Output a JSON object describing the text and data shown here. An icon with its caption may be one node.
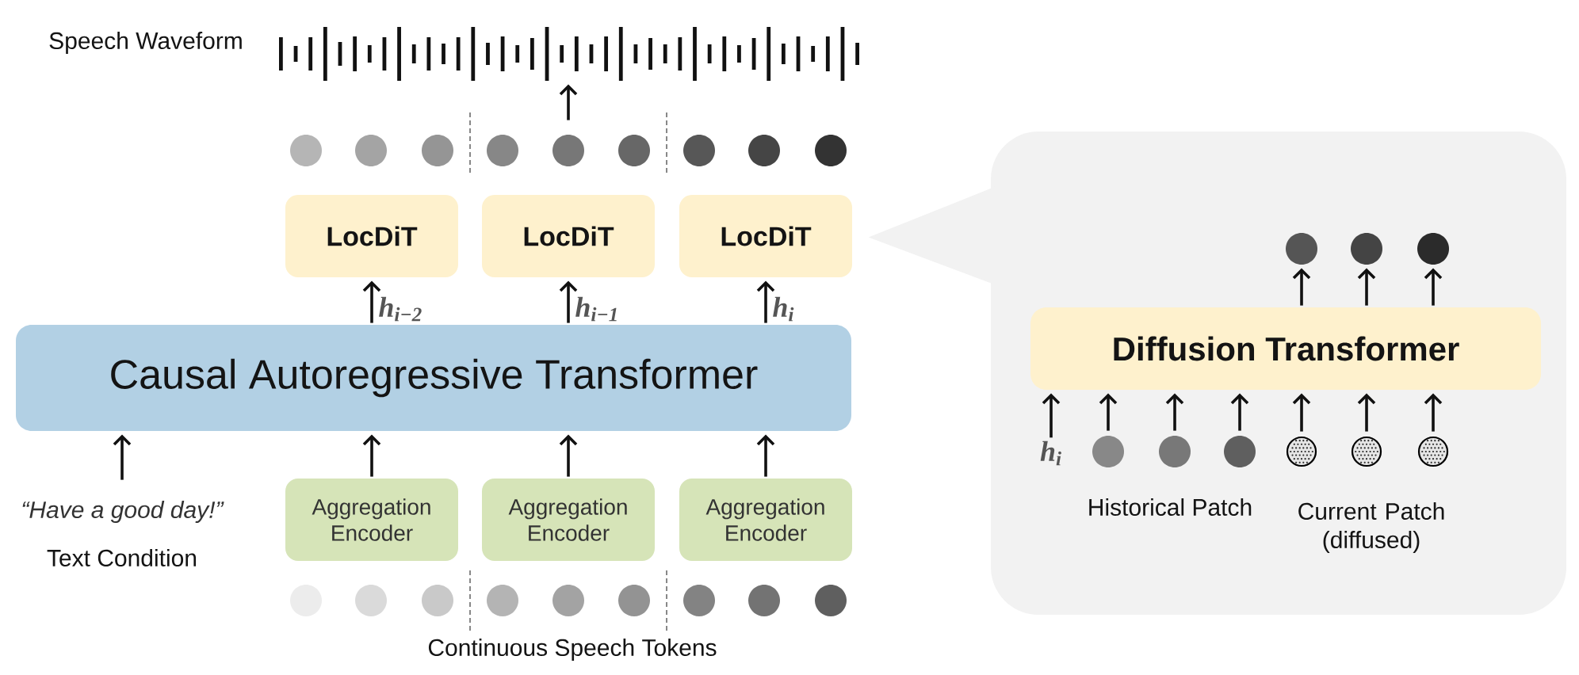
{
  "diagram": {
    "nodes": [
      {
        "text": [],
        "shape": "picture",
        "beside": [
          "Speech Waveform"
        ]
      },
      {
        "text": [],
        "shape": "circle"
      },
      {
        "text": [],
        "shape": "circle"
      },
      {
        "text": [],
        "shape": "circle"
      },
      {
        "text": [],
        "shape": "circle"
      },
      {
        "text": [],
        "shape": "circle"
      },
      {
        "text": [],
        "shape": "circle"
      },
      {
        "text": [],
        "shape": "circle"
      },
      {
        "text": [],
        "shape": "circle"
      },
      {
        "text": [],
        "shape": "circle"
      },
      {
        "text": [
          "LocDiT"
        ]
      },
      {
        "text": [
          "LocDiT"
        ]
      },
      {
        "text": [
          "LocDiT"
        ]
      },
      {
        "text": [
          "Causal Autoregressive Transformer"
        ]
      },
      {
        "text": [
          "“Have a good day!”"
        ],
        "beside": [
          "Text Condition"
        ]
      },
      {
        "text": [
          "Aggregation Encoder"
        ]
      },
      {
        "text": [
          "Aggregation Encoder"
        ]
      },
      {
        "text": [
          "Aggregation Encoder"
        ]
      },
      {
        "text": [],
        "shape": "circle"
      },
      {
        "text": [],
        "shape": "circle"
      },
      {
        "text": [],
        "shape": "circle"
      },
      {
        "text": [],
        "shape": "circle"
      },
      {
        "text": [],
        "shape": "circle"
      },
      {
        "text": [],
        "shape": "circle"
      },
      {
        "text": [],
        "shape": "circle"
      },
      {
        "text": [],
        "shape": "circle"
      },
      {
        "text": [],
        "shape": "circle"
      },
      {
        "text": [],
        "shape": "box"
      },
      {
        "text": [
          "Diffusion Transformer"
        ],
        "in": 27
      },
      {
        "text": [],
        "shape": "circle",
        "in": 27
      },
      {
        "text": [],
        "shape": "circle",
        "in": 27
      },
      {
        "text": [],
        "shape": "circle",
        "in": 27
      },
      {
        "text": [
          "h$_{i}$"
        ],
        "in": 27
      },
      {
        "text": [],
        "shape": "circle",
        "in": 27
      },
      {
        "text": [],
        "shape": "circle",
        "in": 27
      },
      {
        "text": [],
        "shape": "circle",
        "in": 27
      },
      {
        "text": [],
        "shape": "circle",
        "in": 27
      },
      {
        "text": [],
        "shape": "circle",
        "in": 27
      },
      {
        "text": [],
        "shape": "circle",
        "in": 27
      }
    ],
    "edges": [
      {
        "from": 5,
        "to": 0,
        "arrow": "to"
      },
      {
        "from": 13,
        "to": 10,
        "arrow": "to",
        "label": "h$_{i−2}$"
      },
      {
        "from": 13,
        "to": 11,
        "arrow": "to",
        "label": "h$_{i−1}$"
      },
      {
        "from": 13,
        "to": 12,
        "arrow": "to",
        "label": "h$_{i}$"
      },
      {
        "from": 14,
        "to": 13,
        "arrow": "to"
      },
      {
        "from": 15,
        "to": 13,
        "arrow": "to"
      },
      {
        "from": 16,
        "to": 13,
        "arrow": "to"
      },
      {
        "from": 17,
        "to": 13,
        "arrow": "to"
      },
      {
        "from": 28,
        "to": 29,
        "arrow": "to"
      },
      {
        "from": 28,
        "to": 30,
        "arrow": "to"
      },
      {
        "from": 28,
        "to": 31,
        "arrow": "to"
      },
      {
        "from": 32,
        "to": 28,
        "arrow": "to"
      },
      {
        "from": 33,
        "to": 28,
        "arrow": "to"
      },
      {
        "from": 34,
        "to": 28,
        "arrow": "to"
      },
      {
        "from": 35,
        "to": 28,
        "arrow": "to"
      },
      {
        "from": 36,
        "to": 28,
        "arrow": "to"
      },
      {
        "from": 37,
        "to": 28,
        "arrow": "to"
      },
      {
        "from": 38,
        "to": 28,
        "arrow": "to"
      }
    ],
    "labels": [
      "Continuous Speech Tokens",
      "Historical Patch",
      "Current Patch (diffused)"
    ]
  }
}
